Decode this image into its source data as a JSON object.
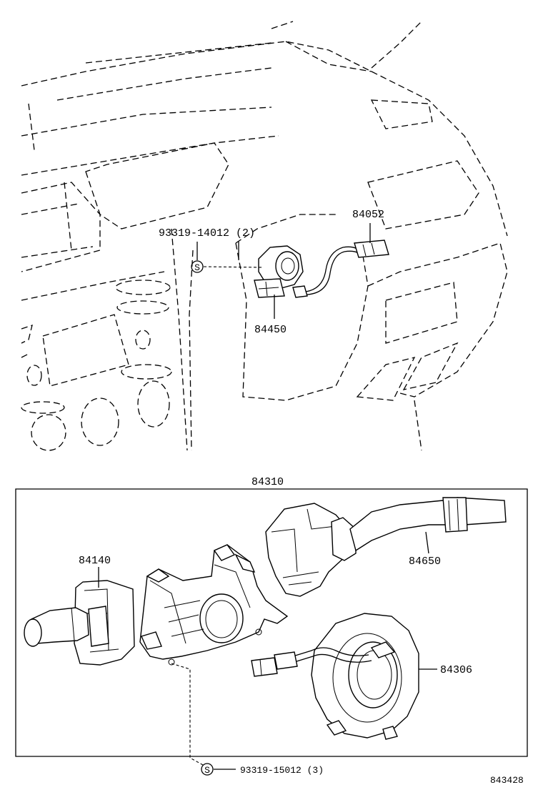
{
  "labels": {
    "bolt_top": "93319-14012 (2)",
    "part_84052": "84052",
    "part_84450": "84450",
    "assembly_84310": "84310",
    "part_84140": "84140",
    "part_84650": "84650",
    "part_84306": "84306",
    "bolt_bottom": "93319-15012 (3)",
    "diagram_code": "843428"
  },
  "symbols": {
    "screw_mark": "S"
  }
}
